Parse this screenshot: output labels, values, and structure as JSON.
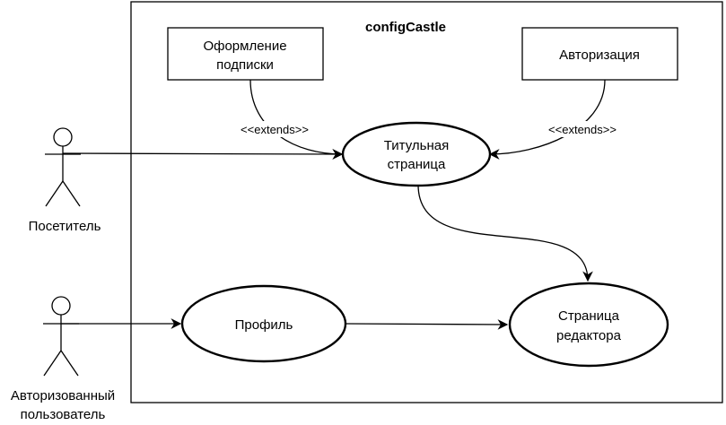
{
  "system": {
    "title": "configCastle"
  },
  "actors": [
    {
      "label": "Посетитель"
    },
    {
      "label_line1": "Авторизованный",
      "label_line2": "пользователь"
    }
  ],
  "use_cases": {
    "subscription": {
      "line1": "Оформление",
      "line2": "подписки"
    },
    "authorization": {
      "label": "Авторизация"
    },
    "title_page": {
      "line1": "Титульная",
      "line2": "страница"
    },
    "profile": {
      "label": "Профиль"
    },
    "editor_page": {
      "line1": "Страница",
      "line2": "редактора"
    }
  },
  "relations": {
    "extends_left": "<<extends>>",
    "extends_right": "<<extends>>"
  }
}
